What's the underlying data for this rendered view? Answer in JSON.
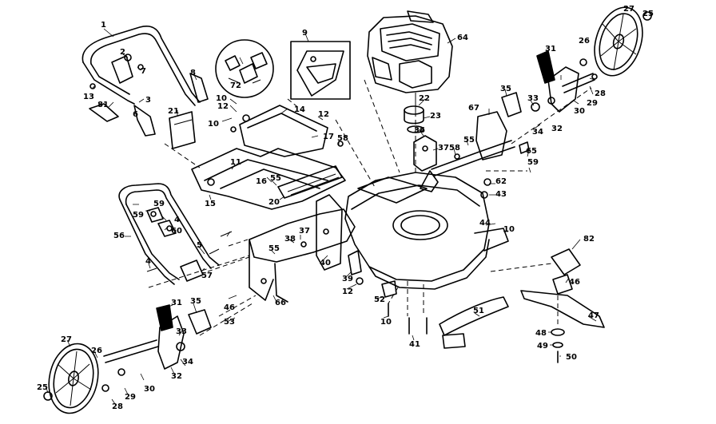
{
  "callouts": [
    {
      "id": "c1",
      "text": "1"
    },
    {
      "id": "c2",
      "text": "2"
    },
    {
      "id": "c7",
      "text": "7"
    },
    {
      "id": "c8",
      "text": "8"
    },
    {
      "id": "c13",
      "text": "13"
    },
    {
      "id": "c81",
      "text": "81"
    },
    {
      "id": "c3",
      "text": "3"
    },
    {
      "id": "c6",
      "text": "6"
    },
    {
      "id": "c21",
      "text": "21"
    },
    {
      "id": "c72",
      "text": "72"
    },
    {
      "id": "c9",
      "text": "9"
    },
    {
      "id": "c10a",
      "text": "10"
    },
    {
      "id": "c12a",
      "text": "12"
    },
    {
      "id": "c10b",
      "text": "10"
    },
    {
      "id": "c14",
      "text": "14"
    },
    {
      "id": "c12b",
      "text": "12"
    },
    {
      "id": "c17",
      "text": "17"
    },
    {
      "id": "c58a",
      "text": "58"
    },
    {
      "id": "c11",
      "text": "11"
    },
    {
      "id": "c16",
      "text": "16"
    },
    {
      "id": "c55a",
      "text": "55"
    },
    {
      "id": "c20",
      "text": "20"
    },
    {
      "id": "c15",
      "text": "15"
    },
    {
      "id": "c64",
      "text": "64"
    },
    {
      "id": "c22",
      "text": "22"
    },
    {
      "id": "c23",
      "text": "23"
    },
    {
      "id": "c36",
      "text": "36"
    },
    {
      "id": "c37a",
      "text": "37"
    },
    {
      "id": "c58b",
      "text": "58"
    },
    {
      "id": "c55b",
      "text": "55"
    },
    {
      "id": "c67",
      "text": "67"
    },
    {
      "id": "c35a",
      "text": "35"
    },
    {
      "id": "c31a",
      "text": "31"
    },
    {
      "id": "c33a",
      "text": "33"
    },
    {
      "id": "c29a",
      "text": "29"
    },
    {
      "id": "c30a",
      "text": "30"
    },
    {
      "id": "c28a",
      "text": "28"
    },
    {
      "id": "c34a",
      "text": "34"
    },
    {
      "id": "c32a",
      "text": "32"
    },
    {
      "id": "c27a",
      "text": "27"
    },
    {
      "id": "c25a",
      "text": "25"
    },
    {
      "id": "c26a",
      "text": "26"
    },
    {
      "id": "c65",
      "text": "65"
    },
    {
      "id": "c59",
      "text": "59"
    },
    {
      "id": "c62",
      "text": "62"
    },
    {
      "id": "c43",
      "text": "43"
    },
    {
      "id": "c44",
      "text": "44"
    },
    {
      "id": "c10c",
      "text": "10"
    },
    {
      "id": "c59b",
      "text": "59"
    },
    {
      "id": "c59c",
      "text": "59"
    },
    {
      "id": "c4a",
      "text": "4"
    },
    {
      "id": "c60",
      "text": "60"
    },
    {
      "id": "c56",
      "text": "56"
    },
    {
      "id": "c4b",
      "text": "4"
    },
    {
      "id": "c5",
      "text": "5"
    },
    {
      "id": "c57",
      "text": "57"
    },
    {
      "id": "c37b",
      "text": "37"
    },
    {
      "id": "c38",
      "text": "38"
    },
    {
      "id": "c55c",
      "text": "55"
    },
    {
      "id": "c66",
      "text": "66"
    },
    {
      "id": "c40",
      "text": "40"
    },
    {
      "id": "c39",
      "text": "39"
    },
    {
      "id": "c12c",
      "text": "12"
    },
    {
      "id": "c52",
      "text": "52"
    },
    {
      "id": "c10d",
      "text": "10"
    },
    {
      "id": "c46a",
      "text": "46"
    },
    {
      "id": "c53",
      "text": "53"
    },
    {
      "id": "c31b",
      "text": "31"
    },
    {
      "id": "c35b",
      "text": "35"
    },
    {
      "id": "c33b",
      "text": "33"
    },
    {
      "id": "c34b",
      "text": "34"
    },
    {
      "id": "c32b",
      "text": "32"
    },
    {
      "id": "c27b",
      "text": "27"
    },
    {
      "id": "c26b",
      "text": "26"
    },
    {
      "id": "c25b",
      "text": "25"
    },
    {
      "id": "c28b",
      "text": "28"
    },
    {
      "id": "c29b",
      "text": "29"
    },
    {
      "id": "c30b",
      "text": "30"
    },
    {
      "id": "c51",
      "text": "51"
    },
    {
      "id": "c41",
      "text": "41"
    },
    {
      "id": "c82",
      "text": "82"
    },
    {
      "id": "c46b",
      "text": "46"
    },
    {
      "id": "c47",
      "text": "47"
    },
    {
      "id": "c48",
      "text": "48"
    },
    {
      "id": "c49",
      "text": "49"
    },
    {
      "id": "c50",
      "text": "50"
    }
  ]
}
